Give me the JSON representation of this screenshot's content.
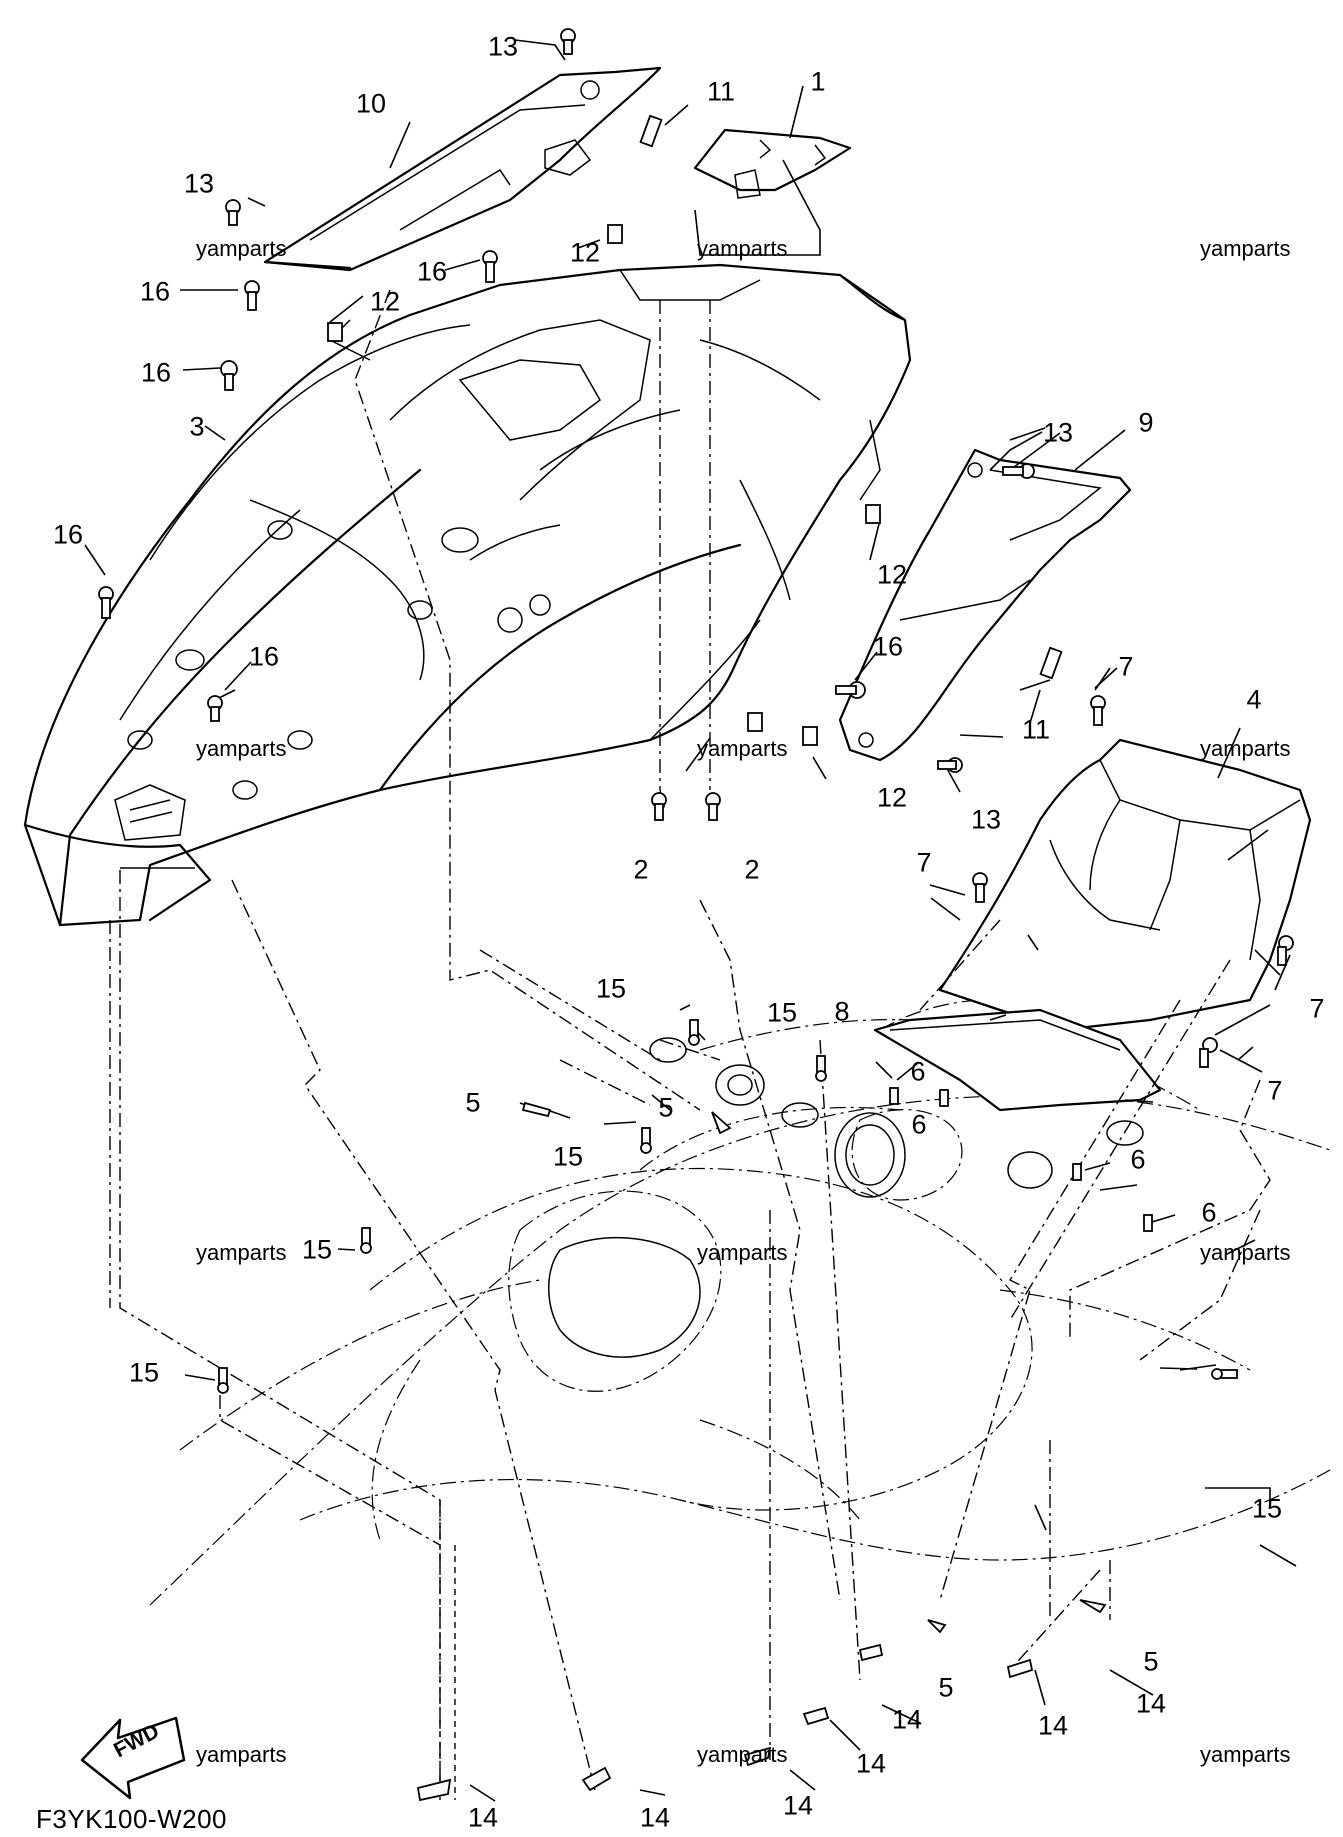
{
  "diagram_code": "F3YK100-W200",
  "fwd_label": "FWD",
  "watermark": "yamparts",
  "watermarks": [
    {
      "text": "yamparts"
    },
    {
      "text": "yamparts"
    },
    {
      "text": "yamparts"
    },
    {
      "text": "yamparts"
    },
    {
      "text": "yamparts"
    },
    {
      "text": "yamparts"
    },
    {
      "text": "yamparts"
    },
    {
      "text": "yamparts"
    },
    {
      "text": "yamparts"
    },
    {
      "text": "yamparts"
    },
    {
      "text": "yamparts"
    },
    {
      "text": "yamparts"
    }
  ],
  "callouts": [
    "1",
    "2",
    "2",
    "3",
    "4",
    "5",
    "5",
    "5",
    "5",
    "6",
    "6",
    "6",
    "6",
    "7",
    "7",
    "7",
    "7",
    "8",
    "9",
    "10",
    "11",
    "11",
    "12",
    "12",
    "12",
    "12",
    "13",
    "13",
    "13",
    "13",
    "14",
    "14",
    "14",
    "14",
    "14",
    "14",
    "14",
    "15",
    "15",
    "15",
    "15",
    "15",
    "15",
    "16",
    "16",
    "16",
    "16",
    "16",
    "16"
  ]
}
